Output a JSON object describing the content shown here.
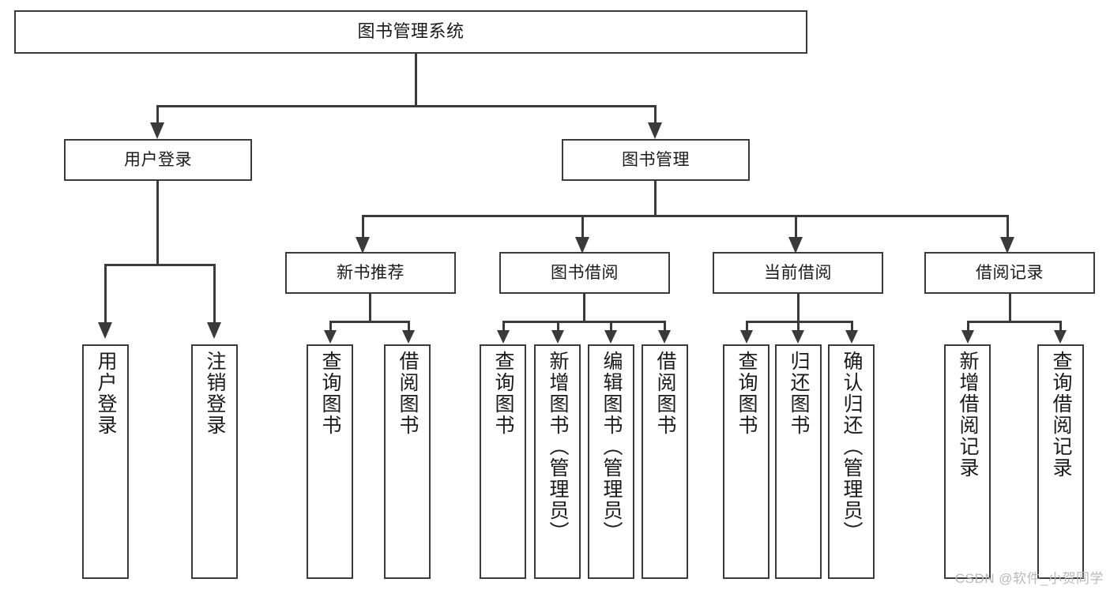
{
  "diagram": {
    "title": "图书管理系统",
    "type": "tree-hierarchy-chart",
    "root": {
      "label": "图书管理系统"
    },
    "level2": [
      {
        "label": "用户登录"
      },
      {
        "label": "图书管理"
      }
    ],
    "level3": [
      {
        "label": "新书推荐"
      },
      {
        "label": "图书借阅"
      },
      {
        "label": "当前借阅"
      },
      {
        "label": "借阅记录"
      }
    ],
    "leaves": {
      "user_login": [
        {
          "label": "用户登录"
        },
        {
          "label": "注销登录"
        }
      ],
      "new_book_recommend": [
        {
          "label": "查询图书"
        },
        {
          "label": "借阅图书"
        }
      ],
      "book_borrow": [
        {
          "label": "查询图书"
        },
        {
          "label": "新增图书（管理员）"
        },
        {
          "label": "编辑图书（管理员）"
        },
        {
          "label": "借阅图书"
        }
      ],
      "current_borrow": [
        {
          "label": "查询图书"
        },
        {
          "label": "归还图书"
        },
        {
          "label": "确认归还（管理员）"
        }
      ],
      "borrow_records": [
        {
          "label": "新增借阅记录"
        },
        {
          "label": "查询借阅记录"
        }
      ]
    }
  },
  "watermark": {
    "text": "CSDN @软件_小贺同学"
  },
  "colors": {
    "stroke": "#3a3a3a",
    "fill": "#ffffff",
    "text": "#1a1a1a",
    "watermark": "#b9b9b9"
  }
}
